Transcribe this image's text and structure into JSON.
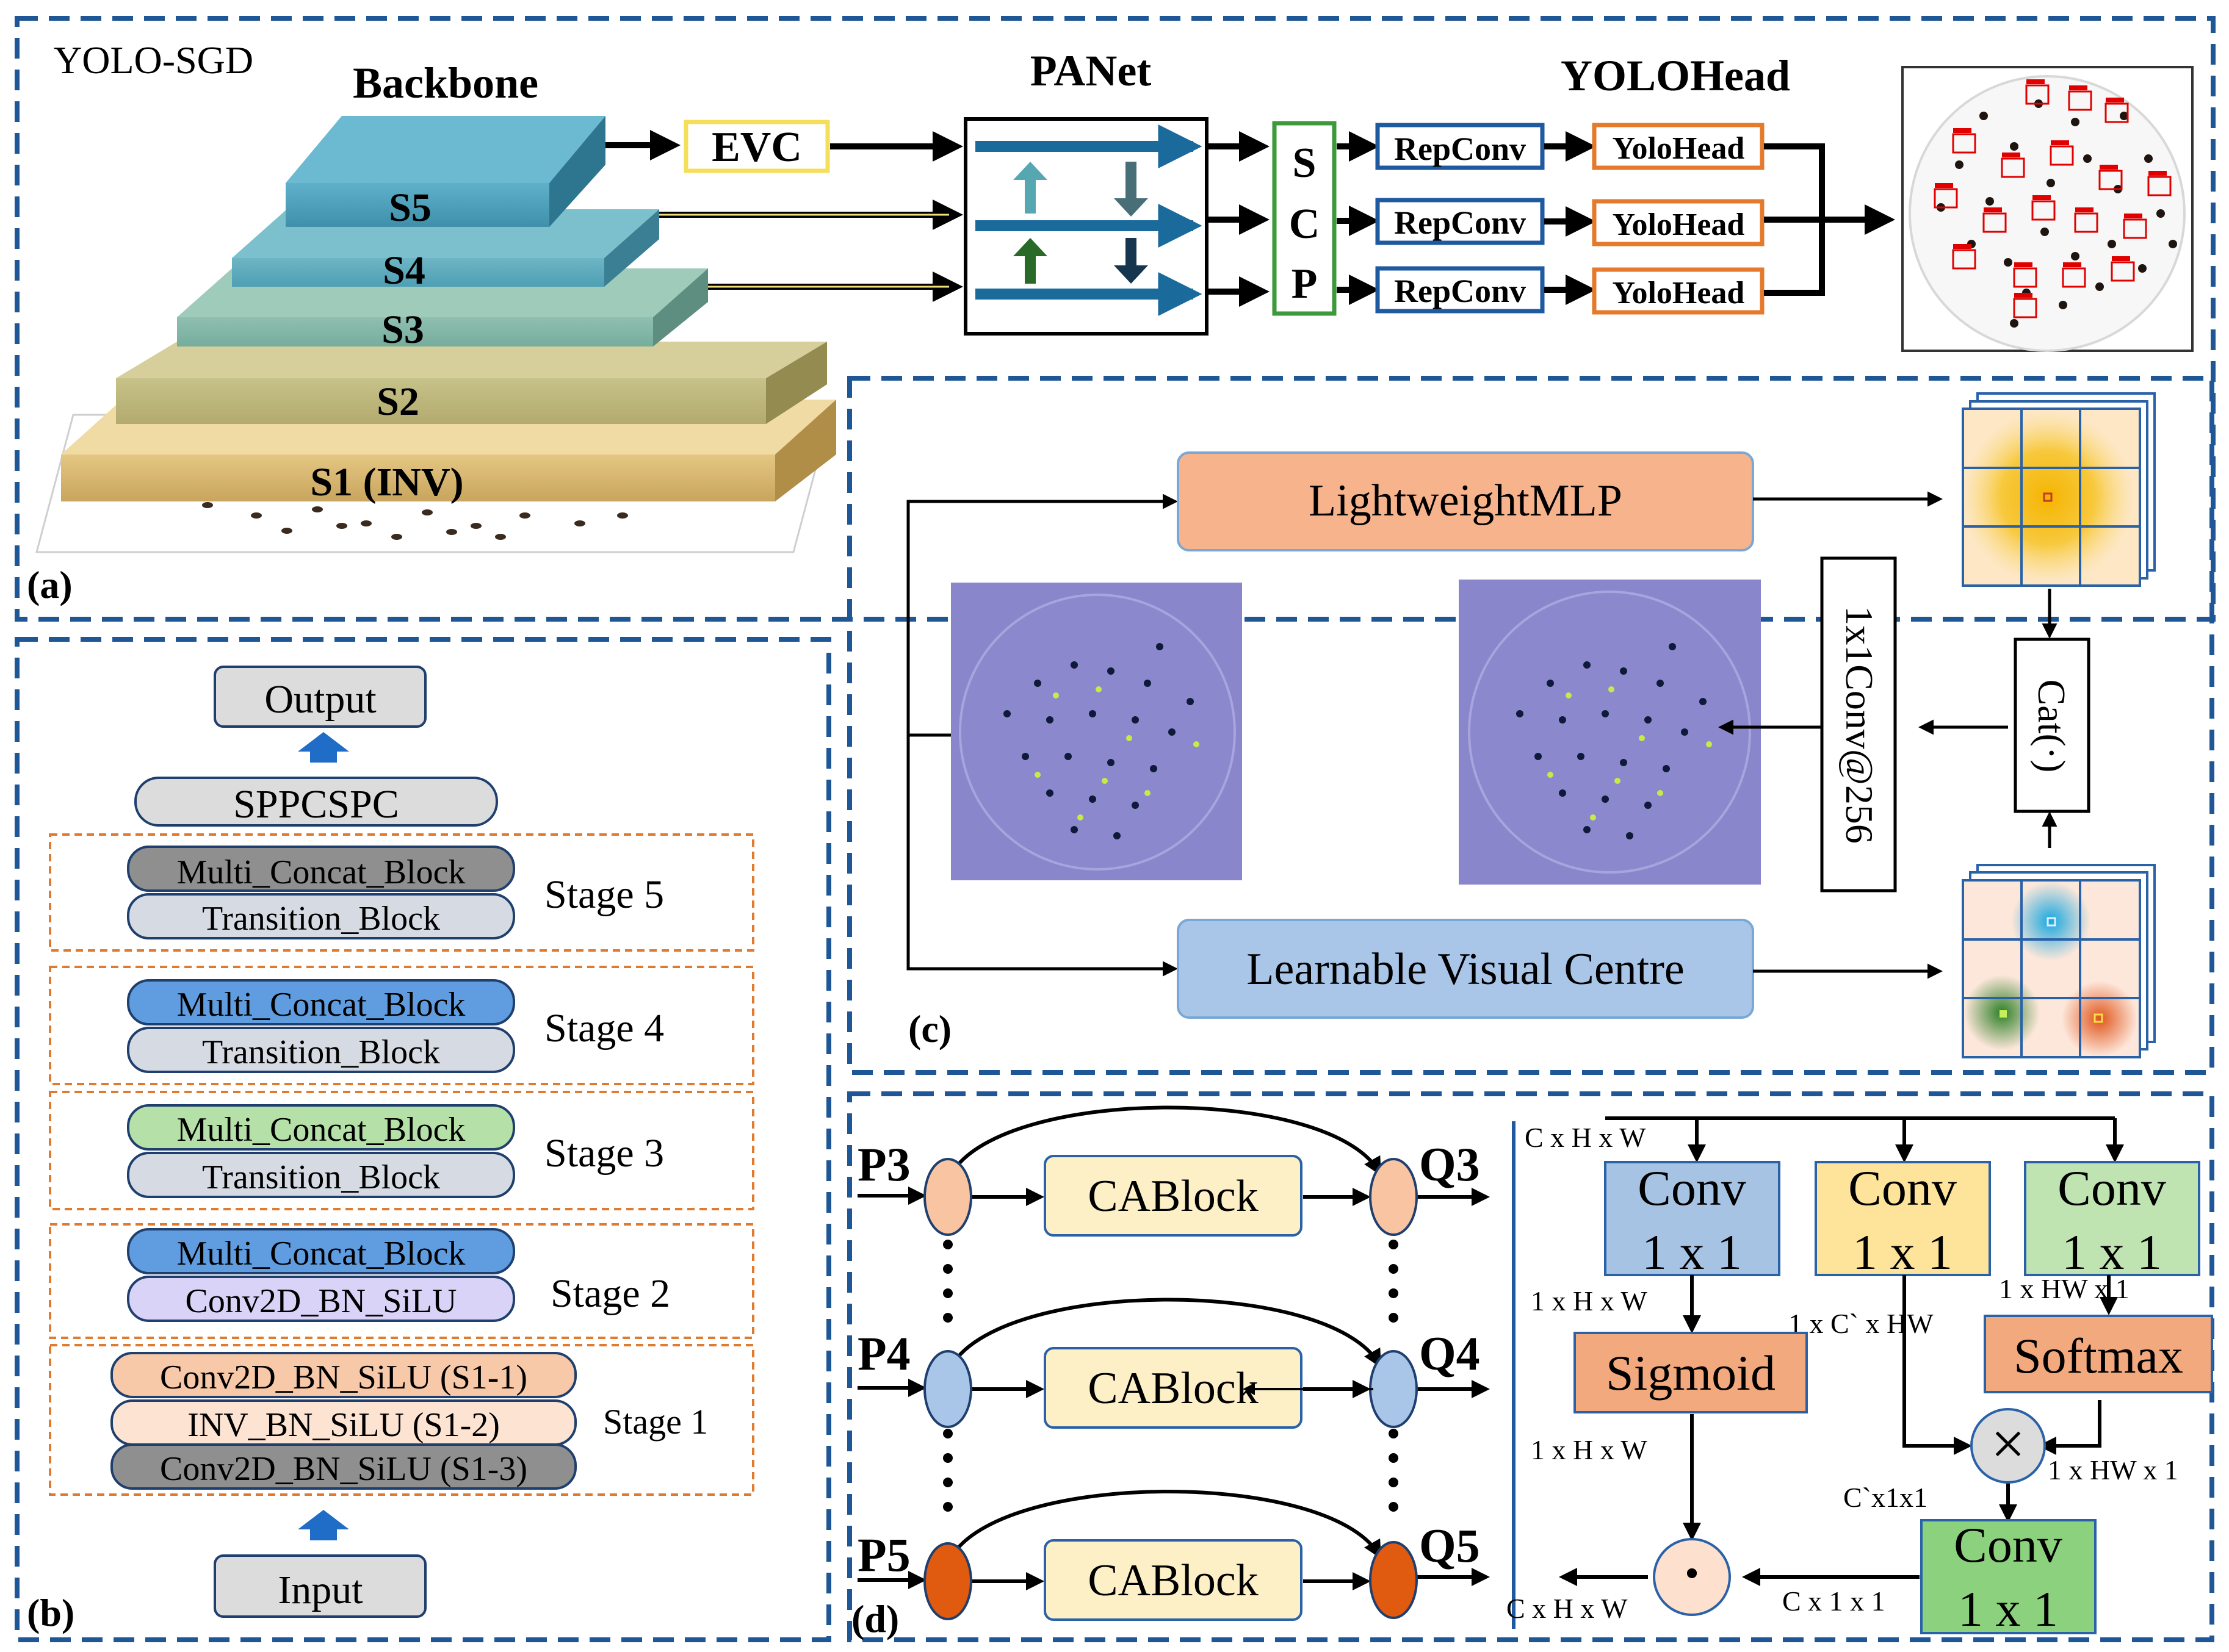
{
  "panel_a": {
    "title": "YOLO-SGD",
    "label": "(a)",
    "backbone": "Backbone",
    "layers": [
      "S5",
      "S4",
      "S3",
      "S2",
      "S1 (INV)"
    ],
    "evc": "EVC",
    "panet": "PANet",
    "scp": [
      "S",
      "C",
      "P"
    ],
    "yolohead_title": "YOLOHead",
    "repconv": [
      "RepConv",
      "RepConv",
      "RepConv"
    ],
    "yolohead": [
      "YoloHead",
      "YoloHead",
      "YoloHead"
    ]
  },
  "panel_b": {
    "label": "(b)",
    "output": "Output",
    "sppcspc": "SPPCSPC",
    "stages": [
      {
        "name": "Stage 5",
        "blocks": [
          "Multi_Concat_Block",
          "Transition_Block"
        ]
      },
      {
        "name": "Stage 4",
        "blocks": [
          "Multi_Concat_Block",
          "Transition_Block"
        ]
      },
      {
        "name": "Stage 3",
        "blocks": [
          "Multi_Concat_Block",
          "Transition_Block"
        ]
      },
      {
        "name": "Stage 2",
        "blocks": [
          "Multi_Concat_Block",
          "Conv2D_BN_SiLU"
        ]
      },
      {
        "name": "Stage 1",
        "blocks": [
          "Conv2D_BN_SiLU (S1-1)",
          "INV_BN_SiLU (S1-2)",
          "Conv2D_BN_SiLU (S1-3)"
        ]
      }
    ],
    "input": "Input"
  },
  "panel_c": {
    "label": "(c)",
    "mlp": "LightweightMLP",
    "lvc": "Learnable Visual Centre",
    "conv": "1x1Conv@256",
    "cat": "Cat(·)"
  },
  "panel_d": {
    "label": "(d)",
    "inputs": [
      "P3",
      "P4",
      "P5"
    ],
    "outputs": [
      "Q3",
      "Q4",
      "Q5"
    ],
    "cablock": [
      "CABlock",
      "CABlock",
      "CABlock"
    ],
    "conv_boxes": [
      "Conv\n1 x 1",
      "Conv\n1 x 1",
      "Conv\n1 x 1"
    ],
    "sigmoid": "Sigmoid",
    "softmax": "Softmax",
    "conv_out": "Conv\n1 x 1",
    "dims": {
      "top": "C x H x W",
      "after_conv1": "1 x H x W",
      "middle": "1 x C` x HW",
      "after_conv3": "1 x HW x 1",
      "after_sigmoid": "1 x H x W",
      "after_mult": "1 x HW x 1",
      "c1": "C`x1x1",
      "cxx": "C x 1 x 1",
      "final": "C x H x W"
    },
    "multiply": "×",
    "dot": "·"
  },
  "colors": {
    "dash_blue": "#1f5796",
    "orange_dash": "#e07a2f",
    "mlp_fill": "#f6b38c",
    "lvc_fill": "#a9c6e8",
    "cablock_fill": "#fdf0c6",
    "sigmoid_fill": "#f3a97e",
    "conv_blue": "#a7c3e4",
    "conv_yellow": "#fde49a",
    "conv_green": "#bfe3b1",
    "conv_out_green": "#8cd17d"
  }
}
